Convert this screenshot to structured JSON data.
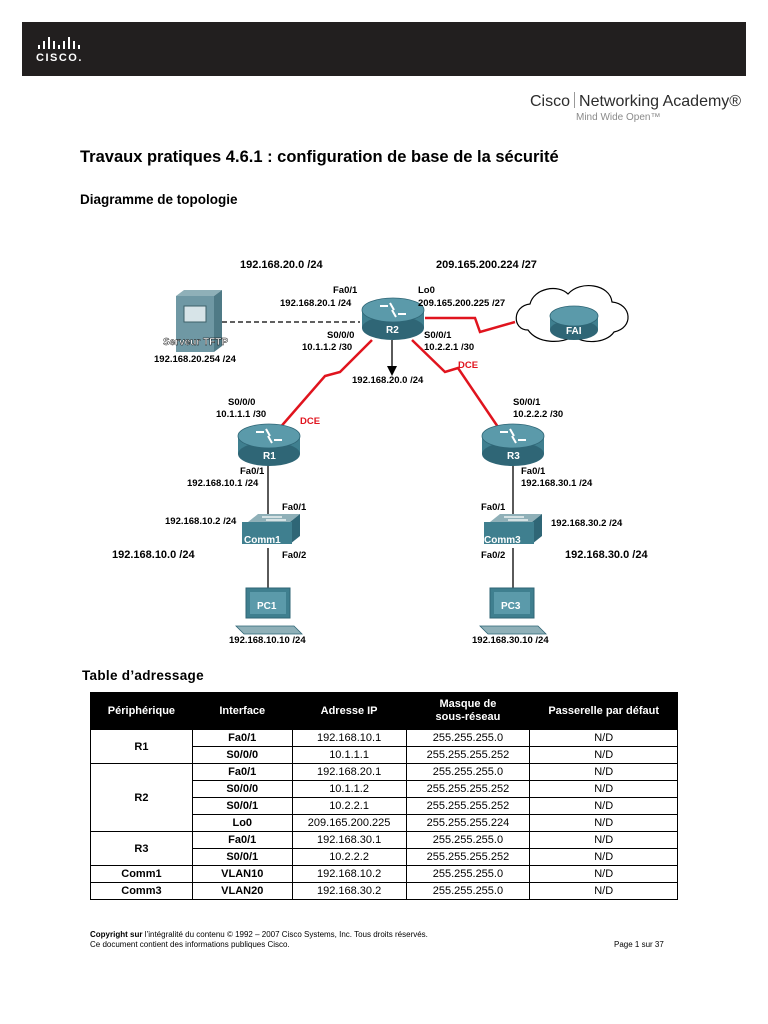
{
  "header": {
    "logo_text": "CISCO.",
    "academy_brand": "Cisco",
    "academy_name": "Networking Academy®",
    "academy_tagline": "Mind Wide Open™"
  },
  "document": {
    "title": "Travaux pratiques 4.6.1 : configuration de base de la sécurité",
    "topology_heading": "Diagramme de topologie",
    "table_heading": "Table d’adressage"
  },
  "topology": {
    "net_top_left": "192.168.20.0 /24",
    "net_top_right": "209.165.200.224 /27",
    "r2_fa01": "Fa0/1",
    "r2_fa01_ip": "192.168.20.1 /24",
    "r2_lo0": "Lo0",
    "r2_lo0_ip": "209.165.200.225 /27",
    "r2_s000": "S0/0/0",
    "r2_s000_ip": "10.1.1.2 /30",
    "r2_s001": "S0/0/1",
    "r2_s001_ip": "10.2.2.1 /30",
    "dce_r2": "DCE",
    "lan_r2": "192.168.20.0 /24",
    "server_label": "Serveur TFTP",
    "server_ip": "192.168.20.254 /24",
    "isp_label": "FAI",
    "r2_label": "R2",
    "r1_label": "R1",
    "r3_label": "R3",
    "r1_s000": "S0/0/0",
    "r1_s000_ip": "10.1.1.1 /30",
    "dce_r1": "DCE",
    "r3_s001": "S0/0/1",
    "r3_s001_ip": "10.2.2.2 /30",
    "r1_fa01": "Fa0/1",
    "r1_fa01_ip": "192.168.10.1 /24",
    "r3_fa01": "Fa0/1",
    "r3_fa01_ip": "192.168.30.1 /24",
    "comm1_fa01": "Fa0/1",
    "comm1_ip": "192.168.10.2 /24",
    "comm1_label": "Comm1",
    "comm1_fa02": "Fa0/2",
    "net_left": "192.168.10.0 /24",
    "comm3_fa01": "Fa0/1",
    "comm3_ip": "192.168.30.2 /24",
    "comm3_label": "Comm3",
    "comm3_fa02": "Fa0/2",
    "net_right": "192.168.30.0 /24",
    "pc1_label": "PC1",
    "pc1_ip": "192.168.10.10 /24",
    "pc3_label": "PC3",
    "pc3_ip": "192.168.30.10 /24"
  },
  "table": {
    "headers": [
      "Périphérique",
      "Interface",
      "Adresse IP",
      "Masque de sous-réseau",
      "Passerelle par défaut"
    ],
    "rows": [
      [
        "R1",
        "Fa0/1",
        "192.168.10.1",
        "255.255.255.0",
        "N/D"
      ],
      [
        "",
        "S0/0/0",
        "10.1.1.1",
        "255.255.255.252",
        "N/D"
      ],
      [
        "R2",
        "Fa0/1",
        "192.168.20.1",
        "255.255.255.0",
        "N/D"
      ],
      [
        "",
        "S0/0/0",
        "10.1.1.2",
        "255.255.255.252",
        "N/D"
      ],
      [
        "",
        "S0/0/1",
        "10.2.2.1",
        "255.255.255.252",
        "N/D"
      ],
      [
        "",
        "Lo0",
        "209.165.200.225",
        "255.255.255.224",
        "N/D"
      ],
      [
        "R3",
        "Fa0/1",
        "192.168.30.1",
        "255.255.255.0",
        "N/D"
      ],
      [
        "",
        "S0/0/1",
        "10.2.2.2",
        "255.255.255.252",
        "N/D"
      ],
      [
        "Comm1",
        "VLAN10",
        "192.168.10.2",
        "255.255.255.0",
        "N/D"
      ],
      [
        "Comm3",
        "VLAN20",
        "192.168.30.2",
        "255.255.255.0",
        "N/D"
      ]
    ]
  },
  "footer": {
    "copyright_lead": "Copyright sur",
    "copyright_rest": " l’intégralité du contenu © 1992 – 2007 Cisco Systems, Inc. Tous droits réservés.",
    "notice": "Ce document contient des informations publiques Cisco.",
    "page": "Page 1 sur 37"
  },
  "colors": {
    "header_bar": "#221f1f",
    "serial_link": "#e0141e",
    "device": "#3f7f8f"
  }
}
